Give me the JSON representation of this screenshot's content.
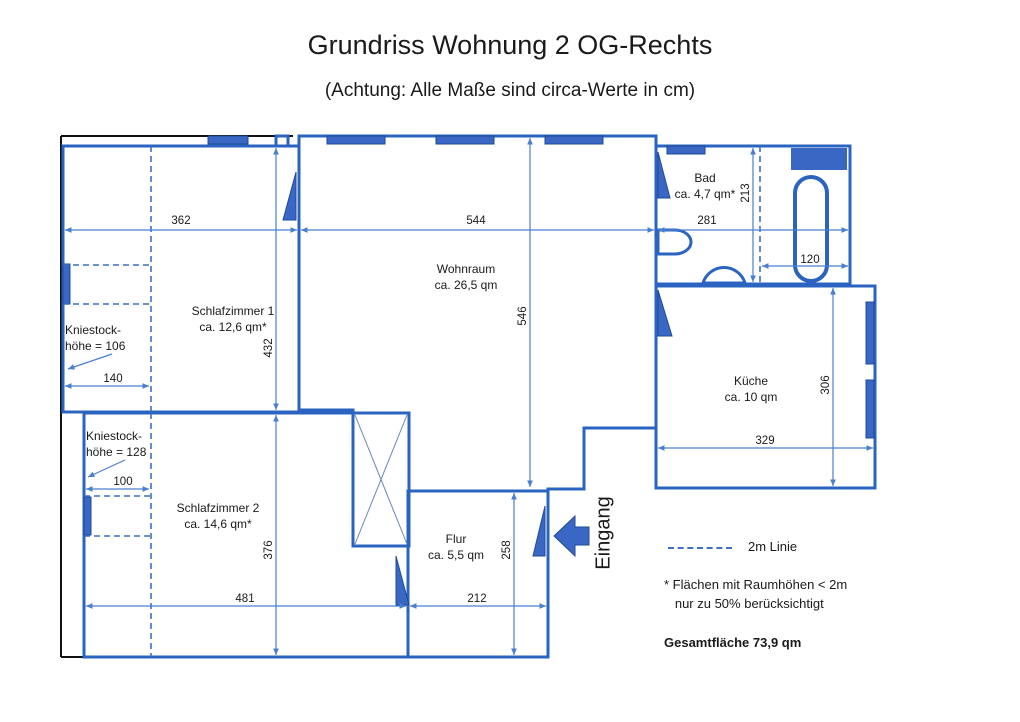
{
  "header": {
    "title": "Grundriss Wohnung 2 OG-Rechts",
    "subtitle": "(Achtung: Alle Maße sind circa-Werte in cm)"
  },
  "rooms": {
    "bedroom1": {
      "name": "Schlafzimmer 1",
      "area": "ca. 12,6 qm*"
    },
    "bedroom2": {
      "name": "Schlafzimmer 2",
      "area": "ca. 14,6 qm*"
    },
    "living": {
      "name": "Wohnraum",
      "area": "ca. 26,5 qm"
    },
    "bath": {
      "name": "Bad",
      "area": "ca. 4,7 qm*"
    },
    "kitchen": {
      "name": "Küche",
      "area": "ca. 10 qm"
    },
    "hall": {
      "name": "Flur",
      "area": "ca. 5,5 qm"
    }
  },
  "kneewall": {
    "bedroom1": {
      "line1": "Kniestock-",
      "line2": "höhe = 106"
    },
    "bedroom2": {
      "line1": "Kniestock-",
      "line2": "höhe = 128"
    }
  },
  "dimensions": {
    "bedroom1_width": "362",
    "bedroom1_kneewall_depth": "140",
    "bedroom1_height": "432",
    "living_width": "544",
    "living_height": "546",
    "bath_height": "213",
    "bath_width": "281",
    "bath_tub": "120",
    "kitchen_height": "306",
    "kitchen_width": "329",
    "bedroom2_kneewall_depth": "100",
    "bedroom2_height": "376",
    "bedroom2_width": "481",
    "hall_height": "258",
    "hall_width": "212"
  },
  "entrance_label": "Eingang",
  "legend": {
    "line_label": "2m Linie"
  },
  "footnote": "* Flächen mit Raumhöhen < 2m\n   nur zu 50% berücksichtigt",
  "total": "Gesamtfläche 73,9 qm",
  "colors": {
    "wall": "#2a64c0",
    "dim_line": "#4a7fd0",
    "fixture": "#3a67c4"
  }
}
